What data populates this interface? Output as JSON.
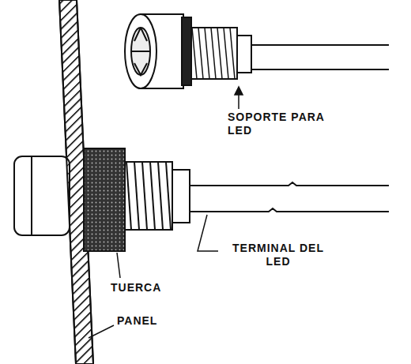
{
  "diagram": {
    "labels": [
      "SOPORTE PARA LED",
      "TERMINAL DEL LED",
      "TUERCA",
      "PANEL"
    ]
  }
}
